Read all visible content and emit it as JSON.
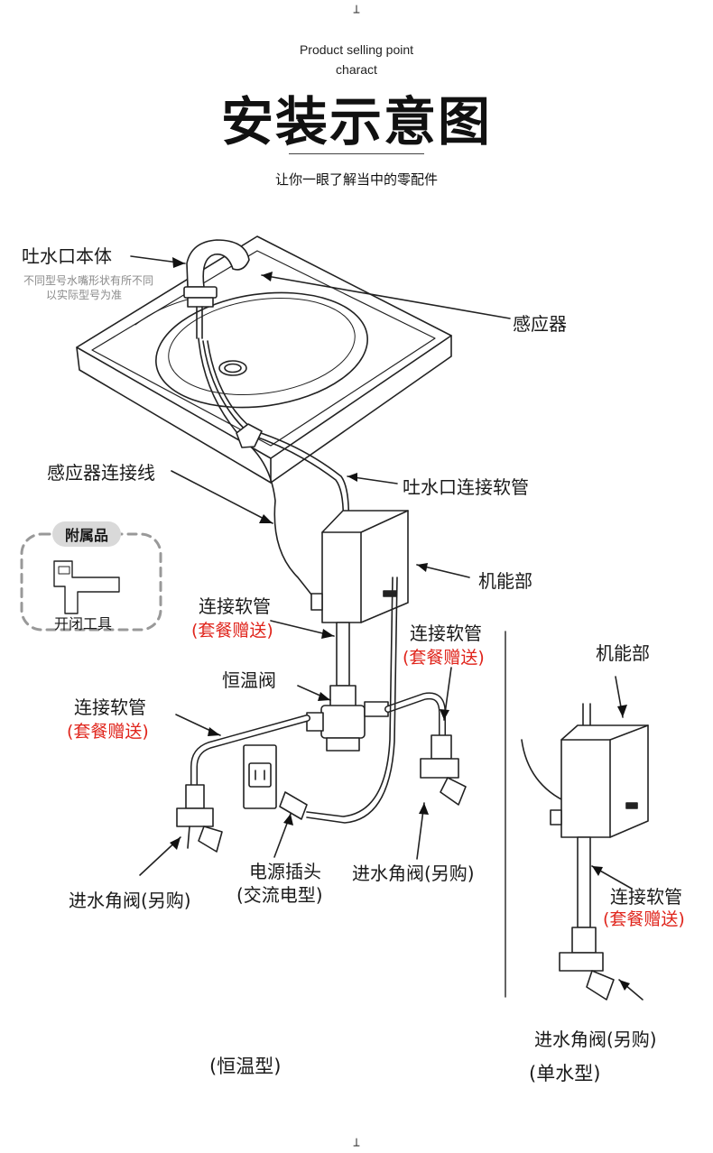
{
  "header": {
    "subtitle_line1": "Product selling point",
    "subtitle_line2": "charact",
    "title": "安装示意图",
    "tagline": "让你一眼了解当中的零配件"
  },
  "labels": {
    "spout_body": "吐水口本体",
    "spout_note_line1": "不同型号水嘴形状有所不同",
    "spout_note_line2": "以实际型号为准",
    "sensor": "感应器",
    "sensor_cable": "感应器连接线",
    "spout_hose": "吐水口连接软管",
    "control_box": "机能部",
    "accessory_title": "附属品",
    "accessory_item": "开闭工具",
    "hose_1": "连接软管",
    "hose_1_note": "(套餐赠送)",
    "thermo_valve": "恒温阀",
    "hose_2": "连接软管",
    "hose_2_note": "(套餐赠送)",
    "hose_3": "连接软管",
    "hose_3_note": "(套餐赠送)",
    "angle_valve_left": "进水角阀(另购)",
    "power_plug_line1": "电源插头",
    "power_plug_line2": "(交流电型)",
    "angle_valve_mid": "进水角阀(另购)",
    "single_control_box": "机能部",
    "single_hose": "连接软管",
    "single_hose_note": "(套餐赠送)",
    "single_angle_valve": "进水角阀(另购)"
  },
  "captions": {
    "thermostatic_type": "(恒温型)",
    "single_water_type": "(单水型)"
  },
  "colors": {
    "text": "#1a1a1a",
    "highlight_red": "#e0251c",
    "note_gray": "#8a8a8a",
    "line": "#222222"
  }
}
